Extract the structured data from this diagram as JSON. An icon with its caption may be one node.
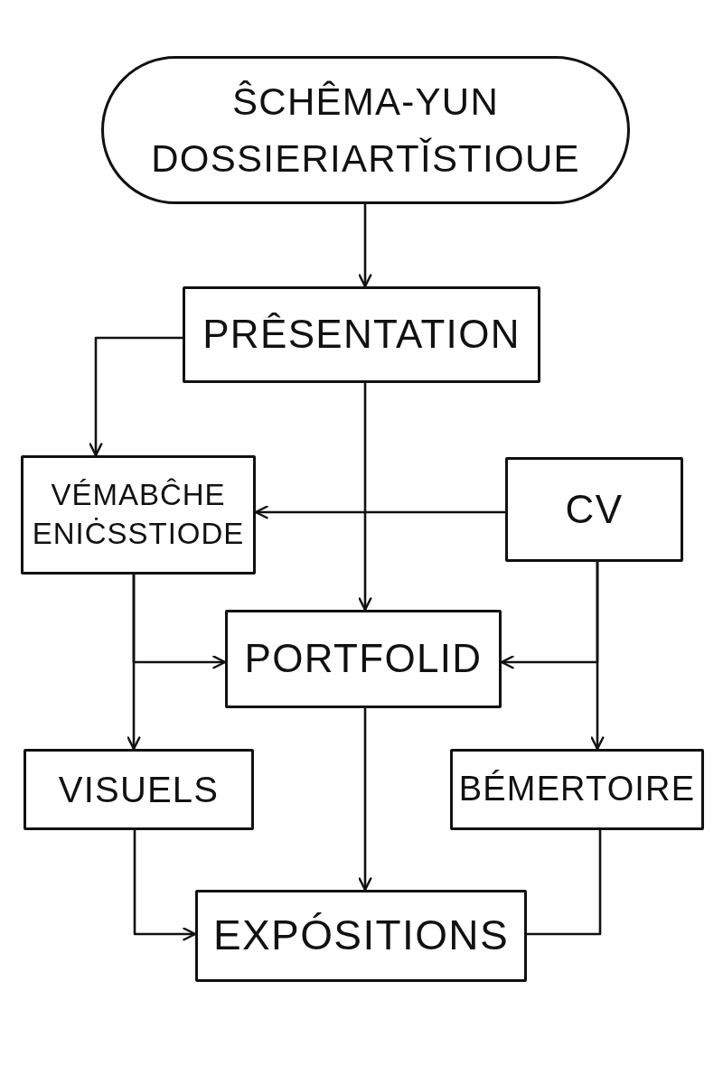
{
  "diagram": {
    "nodes": [
      {
        "text": [
          "ŜCHÊMA-YUN DOSSIERIARTǏSTIOUE"
        ]
      },
      {
        "text": [
          "PRÊSENTATION"
        ]
      },
      {
        "text": [
          "VÉMABĈHE ENIĊSSTIODE"
        ]
      },
      {
        "text": [
          "CV"
        ]
      },
      {
        "text": [
          "PORTFOLID"
        ]
      },
      {
        "text": [
          "VISUELS"
        ]
      },
      {
        "text": [
          "BÉMERTOIRE"
        ]
      },
      {
        "text": [
          "EXPÓSITIONS"
        ]
      }
    ],
    "edges": [
      {
        "from": 0,
        "to": 1,
        "arrow": "to"
      },
      {
        "from": 1,
        "to": 2,
        "arrow": "to"
      },
      {
        "from": 1,
        "to": 4,
        "arrow": "to"
      },
      {
        "from": 3,
        "to": 2,
        "arrow": "to"
      },
      {
        "from": 2,
        "to": 5,
        "arrow": "to"
      },
      {
        "from": 2,
        "to": 4,
        "arrow": "to"
      },
      {
        "from": 3,
        "to": 6,
        "arrow": "to"
      },
      {
        "from": 3,
        "to": 4,
        "arrow": "to"
      },
      {
        "from": 4,
        "to": 7,
        "arrow": "to"
      },
      {
        "from": 5,
        "to": 7,
        "arrow": "to"
      },
      {
        "from": 6,
        "to": 7,
        "arrow": "none"
      }
    ]
  }
}
